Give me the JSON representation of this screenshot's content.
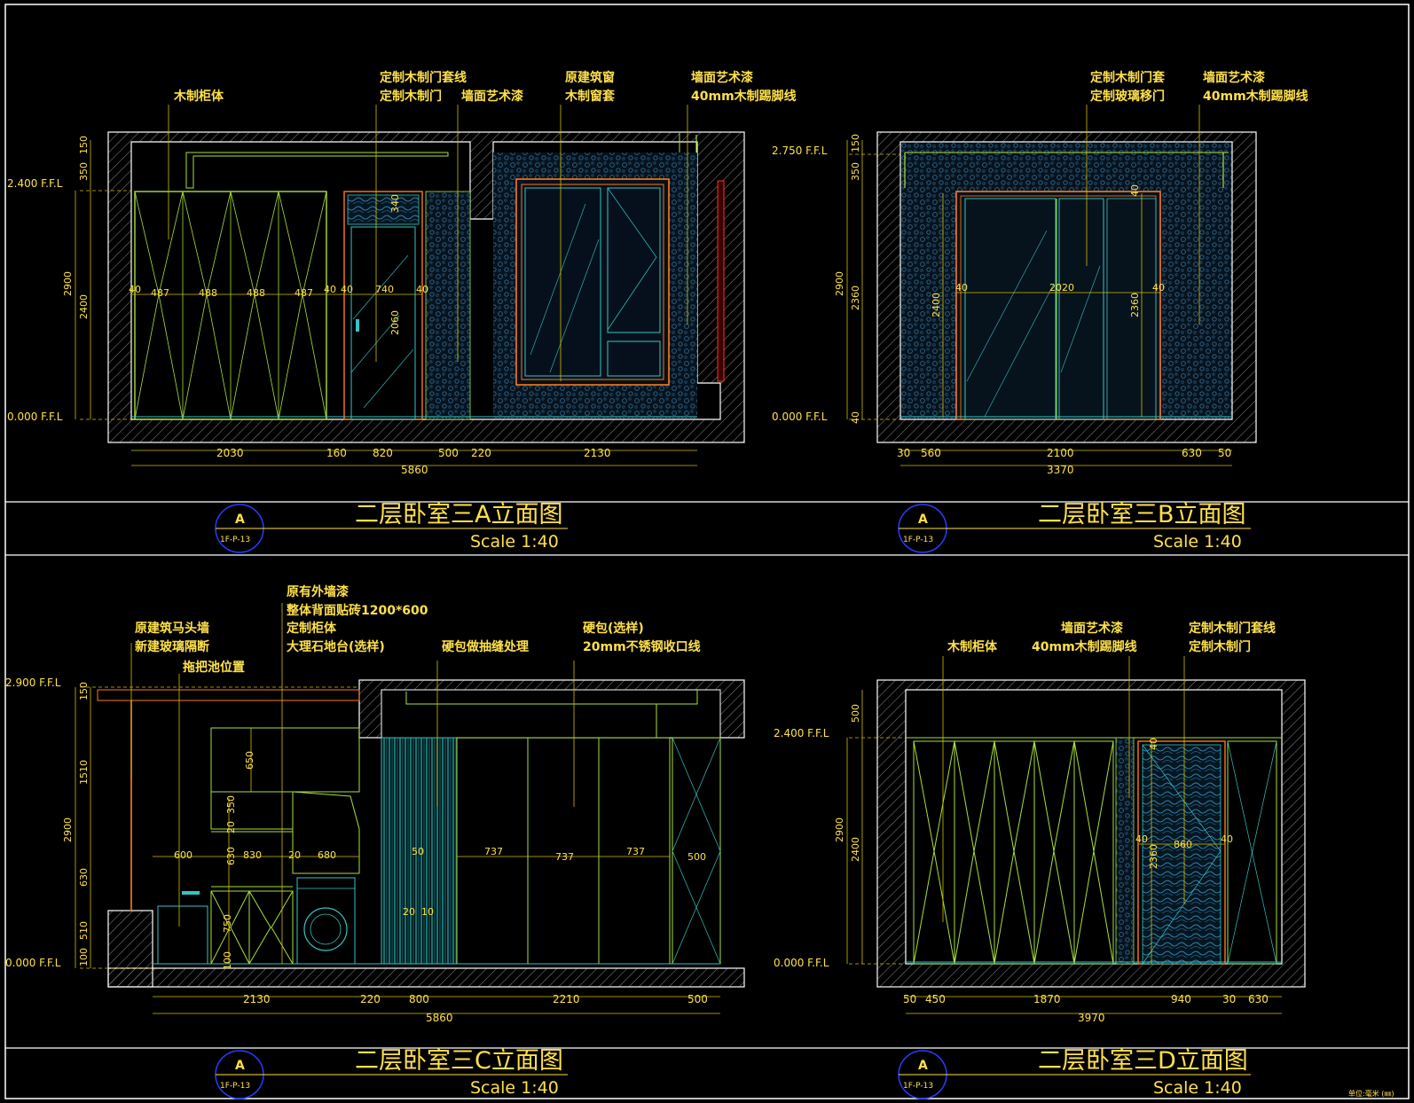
{
  "colors": {
    "background": "#000000",
    "frame": "#ffffff",
    "dimension": "#e0c800",
    "text": "#ffe14a",
    "cabinet": "#a8e03c",
    "glass": "#34c4c4",
    "frame_orange": "#ff7a1a",
    "wall_hatch": "#1e4a6e",
    "circle": "#2a3cff"
  },
  "unit_note": "单位:毫米 (㎜)",
  "panels": [
    {
      "id": "A",
      "title": "二层卧室三A立面图",
      "scale": "Scale 1:40",
      "tag_letter": "A",
      "tag_ref": "1F-P-13",
      "annotations": [
        "木制柜体",
        "定制木制门套线",
        "定制木制门",
        "墙面艺术漆",
        "原建筑窗",
        "木制窗套",
        "墙面艺术漆",
        "40mm木制踢脚线"
      ],
      "levels": [
        "2.400 F.F.L",
        "0.000 F.F.L"
      ],
      "vdims": [
        "350",
        "150",
        "2900",
        "2400",
        "340",
        "2060"
      ],
      "inner_dims": [
        "40",
        "487",
        "488",
        "488",
        "487",
        "40",
        "40",
        "740",
        "40"
      ],
      "hdims": [
        "2030",
        "160",
        "820",
        "500",
        "220",
        "2130"
      ],
      "total": "5860"
    },
    {
      "id": "B",
      "title": "二层卧室三B立面图",
      "scale": "Scale 1:40",
      "tag_letter": "A",
      "tag_ref": "1F-P-13",
      "annotations": [
        "定制木制门套",
        "定制玻璃移门",
        "墙面艺术漆",
        "40mm木制踢脚线"
      ],
      "levels": [
        "2.750 F.F.L",
        "0.000 F.F.L"
      ],
      "vdims": [
        "350",
        "150",
        "2900",
        "2360",
        "40",
        "2400",
        "2360",
        "40"
      ],
      "inner_dims": [
        "40",
        "2020",
        "40"
      ],
      "hdims": [
        "30",
        "560",
        "2100",
        "630",
        "50"
      ],
      "total": "3370"
    },
    {
      "id": "C",
      "title": "二层卧室三C立面图",
      "scale": "Scale 1:40",
      "tag_letter": "A",
      "tag_ref": "1F-P-13",
      "annotations": [
        "原有外墙漆",
        "整体背面贴砖1200*600",
        "定制柜体",
        "大理石地台(选样)",
        "原建筑马头墙",
        "新建玻璃隔断",
        "拖把池位置",
        "硬包做抽缝处理",
        "硬包(选样)",
        "20mm不锈钢收口线"
      ],
      "levels": [
        "2.900 F.F.L",
        "0.000 F.F.L"
      ],
      "vdims": [
        "150",
        "1510",
        "2900",
        "630",
        "510",
        "100",
        "650",
        "350",
        "20",
        "630",
        "750",
        "100"
      ],
      "inner_dims": [
        "600",
        "830",
        "20",
        "680",
        "737",
        "737",
        "737",
        "500",
        "20",
        "10",
        "50"
      ],
      "hdims": [
        "2130",
        "220",
        "800",
        "2210",
        "500"
      ],
      "total": "5860"
    },
    {
      "id": "D",
      "title": "二层卧室三D立面图",
      "scale": "Scale 1:40",
      "tag_letter": "A",
      "tag_ref": "1F-P-13",
      "annotations": [
        "木制柜体",
        "墙面艺术漆",
        "40mm木制踢脚线",
        "定制木制门套线",
        "定制木制门"
      ],
      "levels": [
        "2.400 F.F.L",
        "0.000 F.F.L"
      ],
      "vdims": [
        "500",
        "2900",
        "2400",
        "40",
        "2360"
      ],
      "inner_dims": [
        "40",
        "860",
        "40"
      ],
      "hdims": [
        "50",
        "450",
        "1870",
        "940",
        "30",
        "630"
      ],
      "total": "3970"
    }
  ]
}
